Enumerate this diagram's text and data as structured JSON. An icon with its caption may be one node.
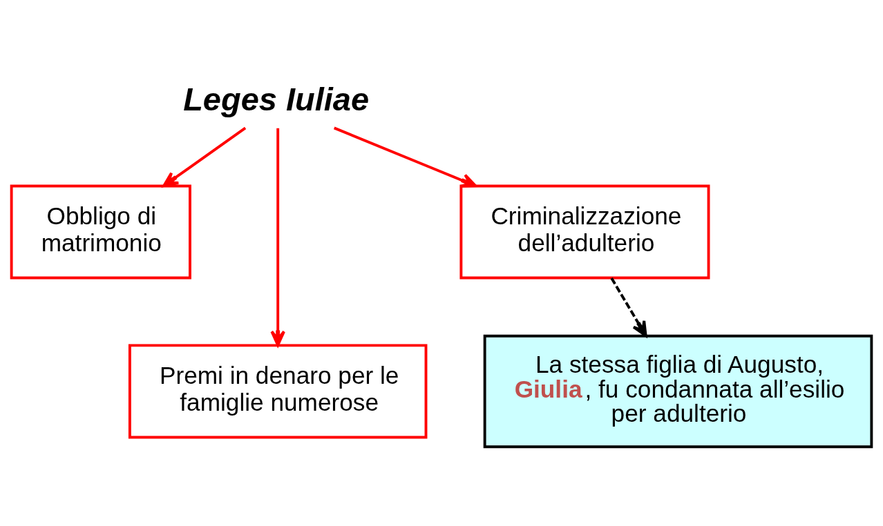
{
  "diagram": {
    "nodes": [
      {
        "text": [
          "Leges Iuliae"
        ]
      },
      {
        "text": [
          "Obbligo di matrimonio"
        ]
      },
      {
        "text": [
          "Premi in denaro per le famiglie numerose"
        ]
      },
      {
        "text": [
          "Criminalizzazione dell’adulterio"
        ]
      },
      {
        "text": [
          "La stessa figlia di Augusto, **Giulia**, fu condannata all’esilio per adulterio"
        ]
      }
    ],
    "edges": [
      {
        "from": 0,
        "to": 1,
        "arrow": "to"
      },
      {
        "from": 0,
        "to": 2,
        "arrow": "to"
      },
      {
        "from": 0,
        "to": 3,
        "arrow": "to"
      },
      {
        "from": 3,
        "to": 4,
        "arrow": "to",
        "style": "dashed",
        "color": "#000000"
      }
    ]
  }
}
